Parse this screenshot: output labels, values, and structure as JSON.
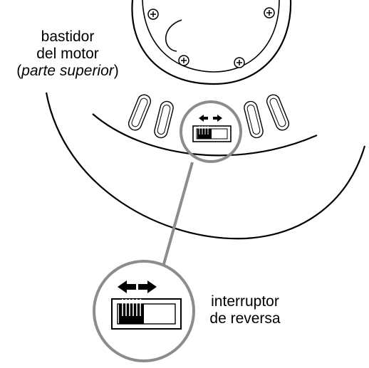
{
  "labels": {
    "motor_housing": {
      "line1": "bastidor",
      "line2": "del motor",
      "open_paren": "(",
      "italic_part": "parte superior",
      "close_paren": ")"
    },
    "reverse_switch": {
      "line1": "interruptor",
      "line2": "de reversa"
    }
  },
  "colors": {
    "line": "#000000",
    "callout_circle": "#8c8c8c",
    "background": "#ffffff"
  },
  "icons": {
    "arrows": "left-right-arrows-icon",
    "screw": "phillips-screw-icon",
    "switch": "slide-switch-icon"
  }
}
